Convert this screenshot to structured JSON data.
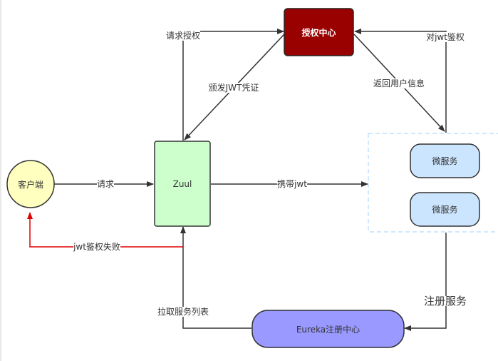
{
  "nodes": {
    "auth_center": "授权中心",
    "client": "客户端",
    "zuul": "Zuul",
    "microservice_1": "微服务",
    "microservice_2": "微服务",
    "eureka": "Eureka注册中心"
  },
  "edges": {
    "request_auth": "请求授权",
    "verify_jwt": "对jwt鉴权",
    "issue_jwt": "颁发JWT凭证",
    "return_user_info": "返回用户信息",
    "request": "请求",
    "carry_jwt": "携带jwt",
    "jwt_auth_failed": "jwt鉴权失败",
    "register_service": "注册服务",
    "pull_service_list": "拉取服务列表"
  },
  "colors": {
    "auth_center_fill": "#990000",
    "client_fill": "#FFFFC0",
    "zuul_fill": "#CCFFCC",
    "microservice_fill": "#CCE5FF",
    "eureka_fill": "#9999FF",
    "line": "#333333",
    "failure_line": "#E00000",
    "group_border": "#B3D9FF"
  }
}
